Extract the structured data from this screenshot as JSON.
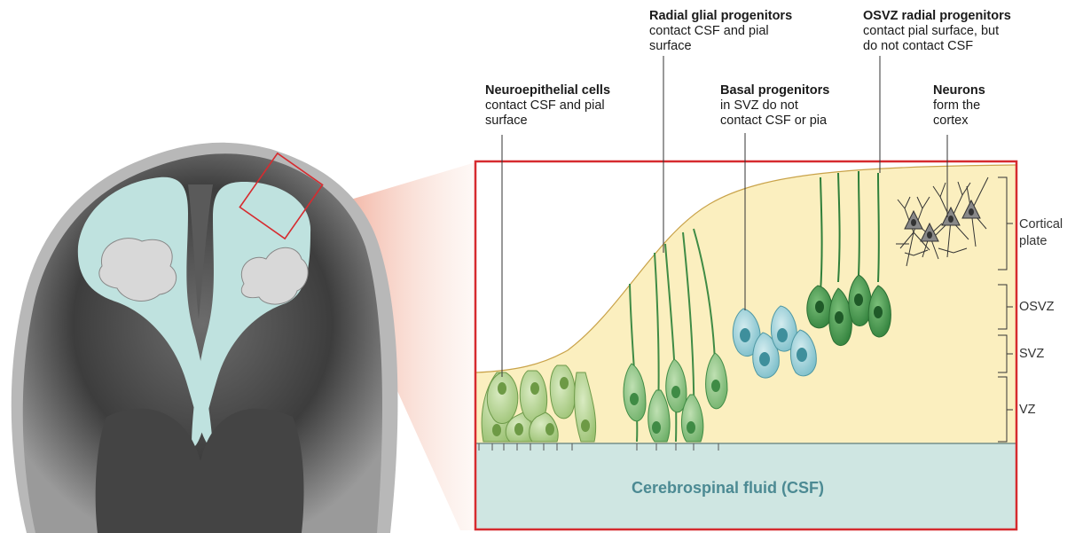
{
  "labels": {
    "neuroepithelial": {
      "title": "Neuroepithelial cells",
      "line1": "contact CSF and pial",
      "line2": "surface"
    },
    "radial_glial": {
      "title": "Radial glial progenitors",
      "line1": "contact CSF and pial",
      "line2": "surface"
    },
    "basal": {
      "title": "Basal progenitors",
      "line1": "in SVZ do not",
      "line2": "contact CSF or pia"
    },
    "osvz_radial": {
      "title": "OSVZ radial progenitors",
      "line1": "contact pial surface, but",
      "line2": "do not contact CSF"
    },
    "neurons": {
      "title": "Neurons",
      "line1": "form the",
      "line2": "cortex"
    }
  },
  "zones": {
    "cortical_plate_1": "Cortical",
    "cortical_plate_2": "plate",
    "osvz": "OSVZ",
    "svz": "SVZ",
    "vz": "VZ"
  },
  "csf_label": "Cerebrospinal fluid (CSF)",
  "colors": {
    "frame": "#d62b2f",
    "parenchyma": "#fbefbf",
    "csf": "#cfe6e2",
    "ventricle": "#bfe2df",
    "neuroepithelial": "#aed08a",
    "radial_glia": "#4e9c55",
    "basal": "#7ec4cf",
    "osvz": "#3e9446",
    "neuron": "#888888"
  }
}
